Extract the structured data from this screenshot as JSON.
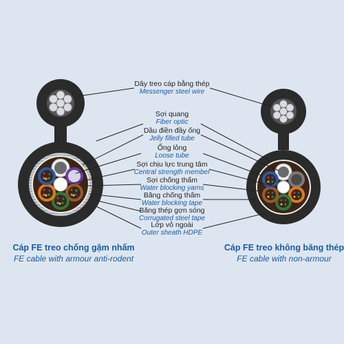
{
  "labels": [
    {
      "vi": "Dây treo cáp bằng thép",
      "en": "Messenger steel wire"
    },
    {
      "vi": "Sợi quang",
      "en": "Fiber optic"
    },
    {
      "vi": "Dầu điền đầy ống",
      "en": "Jelly filled tube"
    },
    {
      "vi": "Ống lỏng",
      "en": "Loose tube"
    },
    {
      "vi": "Sợi chịu lực trung tâm",
      "en": "Central strength member"
    },
    {
      "vi": "Sợi chống thấm",
      "en": "Water blocking yarns"
    },
    {
      "vi": "Băng chống thấm",
      "en": "Water blocking tape"
    },
    {
      "vi": "Băng thép gợn sóng",
      "en": "Corrugated steel tape"
    },
    {
      "vi": "Lớp vỏ ngoài",
      "en": "Outer sheath HDPE"
    }
  ],
  "captions": {
    "left": {
      "vi": "Cáp FE treo chống gặm nhấm",
      "en": "FE cable with armour anti-rodent"
    },
    "right": {
      "vi": "Cáp FE treo không băng thép",
      "en": "FE cable with non-armour"
    }
  },
  "colors": {
    "background": "#dde6f0",
    "sheath": "#2b2b2b",
    "label_en": "#1a5aa6",
    "tubes": [
      "#f0f0f0",
      "#6a3fa0",
      "#9a5a2a",
      "#2f7a3a",
      "#e07a1a",
      "#2a5aa8",
      "#9a9a9a"
    ]
  }
}
